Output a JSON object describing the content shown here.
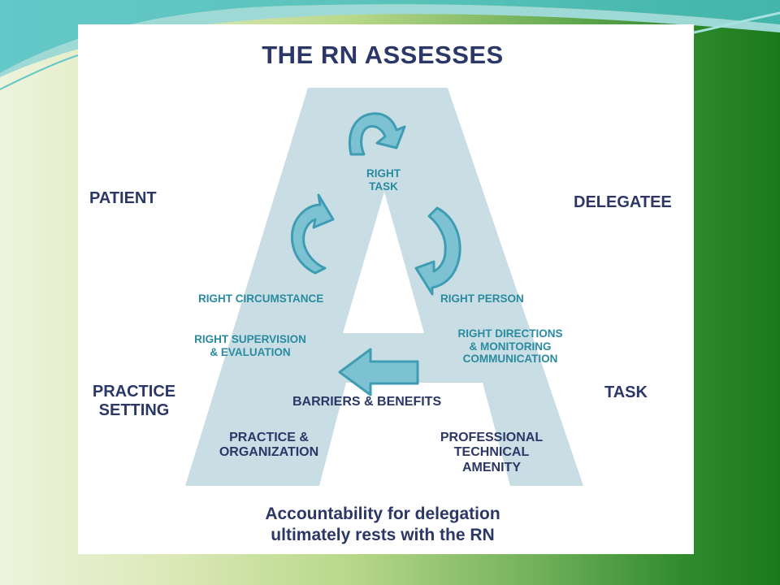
{
  "title": "THE RN ASSESSES",
  "corner_labels": {
    "patient": "PATIENT",
    "delegatee": "DELEGATEE",
    "practice_setting": "PRACTICE\nSETTING",
    "task": "TASK"
  },
  "cycle_labels": {
    "right_task": "RIGHT\nTASK",
    "right_circumstance": "RIGHT CIRCUMSTANCE",
    "right_person": "RIGHT PERSON",
    "right_supervision": "RIGHT SUPERVISION\n& EVALUATION",
    "right_directions": "RIGHT DIRECTIONS\n& MONITORING\nCOMMUNICATION"
  },
  "bottom_labels": {
    "barriers": "BARRIERS & BENEFITS",
    "practice_org": "PRACTICE &\nORGANIZATION",
    "professional": "PROFESSIONAL\nTECHNICAL\nAMENITY"
  },
  "footer": "Accountability for delegation\nultimately rests with the RN",
  "colors": {
    "a_fill": "#c9dde4",
    "arrow_fill": "#7cc2d3",
    "arrow_stroke": "#3f9db3",
    "dark_text": "#2b3766",
    "teal_text": "#2a8ba0"
  },
  "icons": [
    "curved-arrow-icon",
    "curved-arrow-icon",
    "curved-arrow-icon",
    "left-arrow-icon"
  ]
}
